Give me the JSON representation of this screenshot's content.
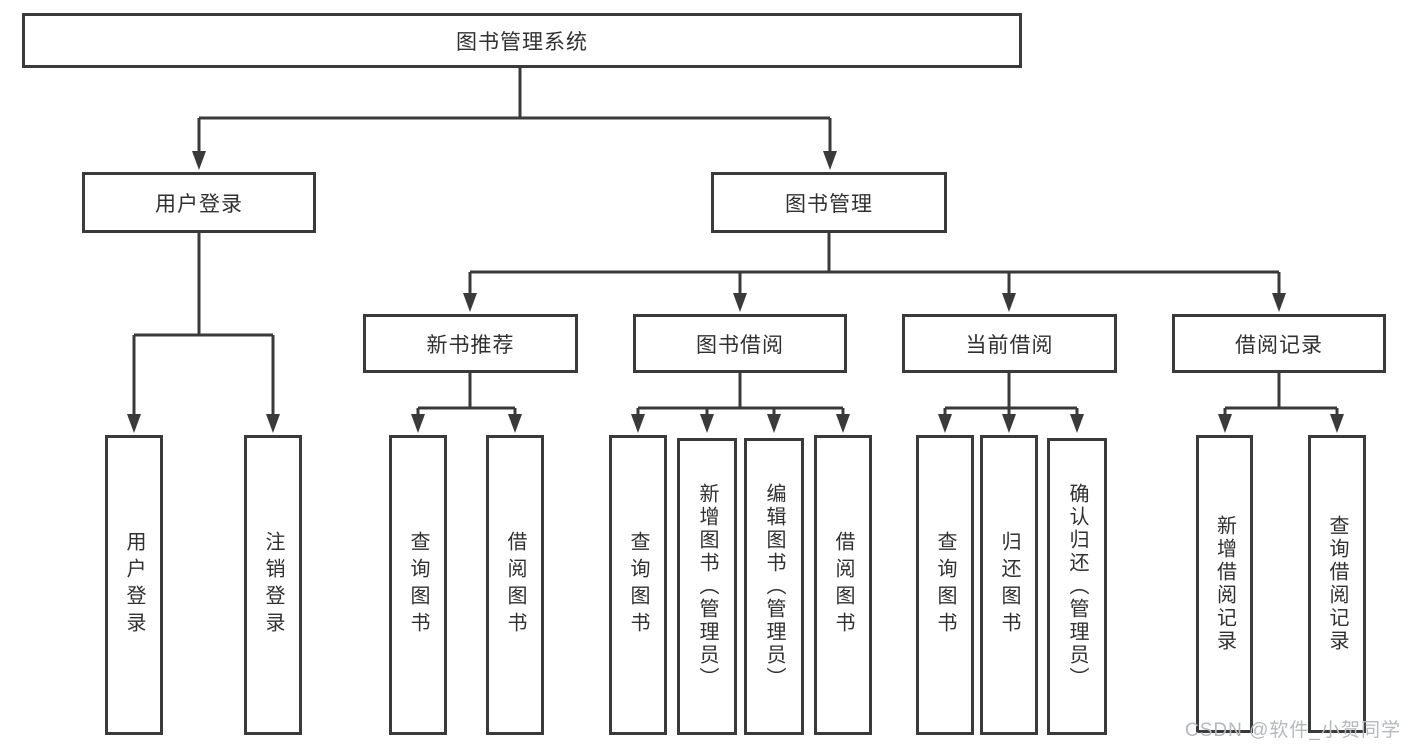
{
  "diagram": {
    "root": {
      "label": "图书管理系统"
    },
    "branches": [
      {
        "label": "用户登录",
        "children": [
          {
            "label": "用户登录"
          },
          {
            "label": "注销登录"
          }
        ]
      },
      {
        "label": "图书管理",
        "children": [
          {
            "label": "新书推荐",
            "children": [
              {
                "label": "查询图书"
              },
              {
                "label": "借阅图书"
              }
            ]
          },
          {
            "label": "图书借阅",
            "children": [
              {
                "label": "查询图书"
              },
              {
                "label": "新增图书（管理员）"
              },
              {
                "label": "编辑图书（管理员）"
              },
              {
                "label": "借阅图书"
              }
            ]
          },
          {
            "label": "当前借阅",
            "children": [
              {
                "label": "查询图书"
              },
              {
                "label": "归还图书"
              },
              {
                "label": "确认归还（管理员）"
              }
            ]
          },
          {
            "label": "借阅记录",
            "children": [
              {
                "label": "新增借阅记录"
              },
              {
                "label": "查询借阅记录"
              }
            ]
          }
        ]
      }
    ]
  },
  "watermark": {
    "text": "CSDN @软件_小贺同学",
    "color": "#b5b9bd"
  },
  "colors": {
    "line": "#3a3a3a",
    "box_border": "#3a3a3a",
    "box_fill": "#ffffff",
    "background": "#ffffff",
    "text": "#303030"
  }
}
